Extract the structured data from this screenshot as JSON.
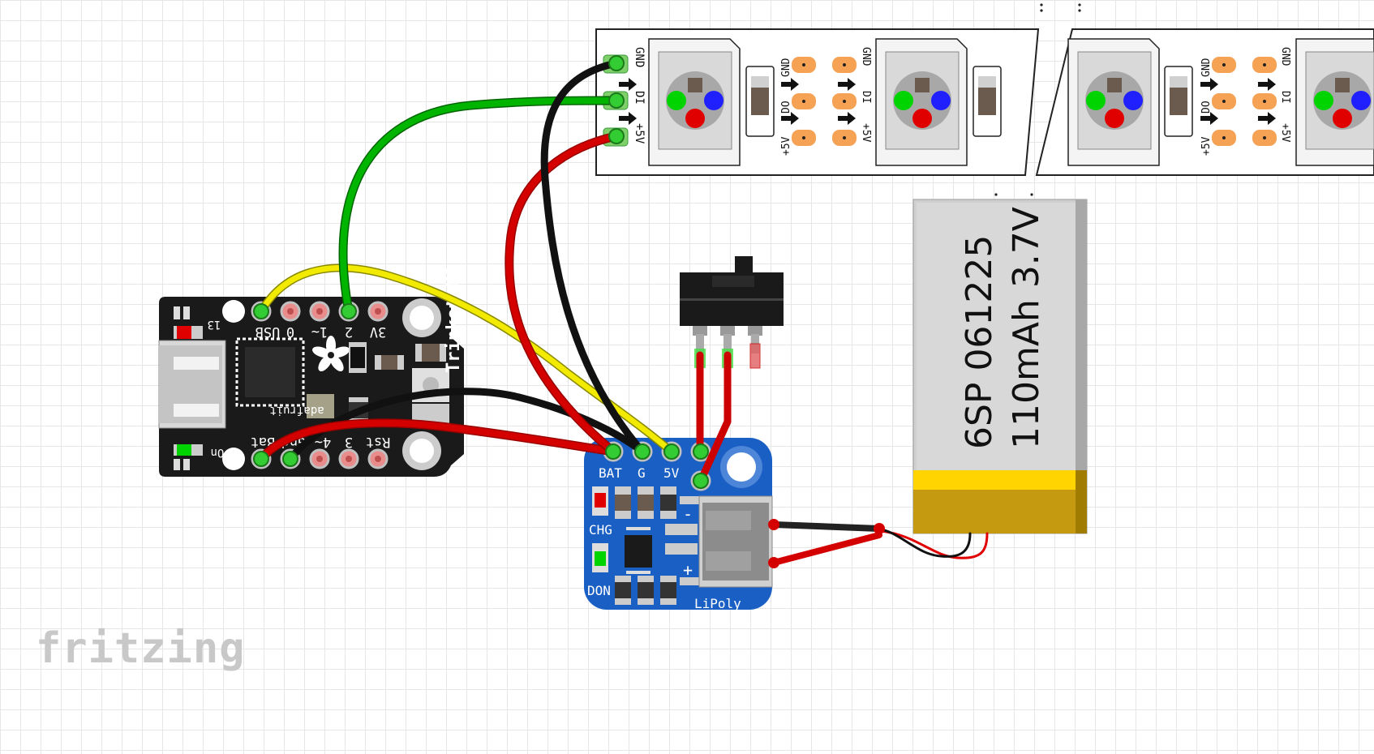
{
  "strip": {
    "seg1": {
      "in_gnd": "GND",
      "in_di": "DI",
      "in_5v": "+5V",
      "out_gnd": "GND",
      "out_do": "DO",
      "out_5v": "+5V"
    },
    "seg1b": {
      "in_gnd": "GND",
      "in_di": "DI",
      "in_5v": "+5V"
    },
    "seg2": {
      "out_gnd": "GND",
      "out_do": "DO",
      "out_5v": "+5V",
      "in_gnd": "GND",
      "in_di": "DI",
      "in_5v": "+5V"
    }
  },
  "trinket": {
    "top_pins": [
      "USB",
      "0",
      "1~",
      "2",
      "3V"
    ],
    "bottom_pins": [
      "Bat",
      "Gnd",
      "4~",
      "3",
      "Rst"
    ],
    "led_label": "13",
    "on_label": "On",
    "brand": "adafruit",
    "name": "Trinket M0"
  },
  "charger": {
    "pins": [
      "BAT",
      "G",
      "5V"
    ],
    "chg": "CHG",
    "done": "DON",
    "minus": "-",
    "plus": "+",
    "name": "LiPoly"
  },
  "battery": {
    "line1": "6SP 061225",
    "line2": "110mAh 3.7V"
  },
  "logo": "fritzing",
  "colors": {
    "wire_red": "#d40000",
    "wire_black": "#222222",
    "wire_green": "#00b400",
    "wire_yellow": "#f2ea00",
    "pcb_black": "#1a1a1a",
    "pcb_blue": "#1a5fc4",
    "battery_gold": "#f5c400"
  }
}
